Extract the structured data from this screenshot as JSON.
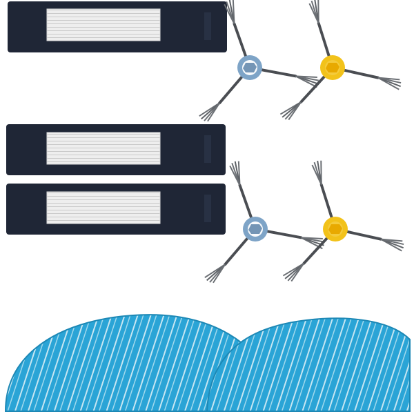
{
  "scene": {
    "background": "#ffffff",
    "filter_count": 3,
    "side_brush_count": 4,
    "mop_pad_count": 2
  },
  "colors": {
    "filter_frame": "#1f2636",
    "filter_mesh": "#e8e8e8",
    "brush_arm": "#4a4d52",
    "brush_bristle": "#6b6f74",
    "hub_blue": "#7ea4c7",
    "hub_yellow": "#f2c21a",
    "mop_blue": "#2aa4d6",
    "mop_stripe": "#d9eef6"
  },
  "icons": {
    "filter": "hepa-filter-icon",
    "side_brush": "side-brush-icon",
    "mop": "mop-pad-icon"
  }
}
